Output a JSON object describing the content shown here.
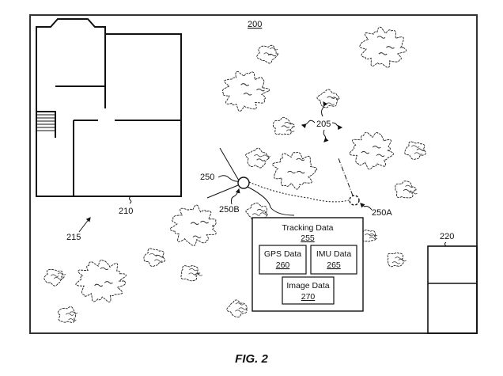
{
  "figure": {
    "caption": "FIG. 2",
    "ref": "200"
  },
  "labels": {
    "obstacles": "205",
    "building": "210",
    "area": "215",
    "structure": "220",
    "device": "250",
    "position_a": "250A",
    "position_b": "250B"
  },
  "tracking": {
    "title": "Tracking Data",
    "ref": "255",
    "gps": {
      "label": "GPS Data",
      "ref": "260"
    },
    "imu": {
      "label": "IMU Data",
      "ref": "265"
    },
    "image": {
      "label": "Image Data",
      "ref": "270"
    }
  }
}
